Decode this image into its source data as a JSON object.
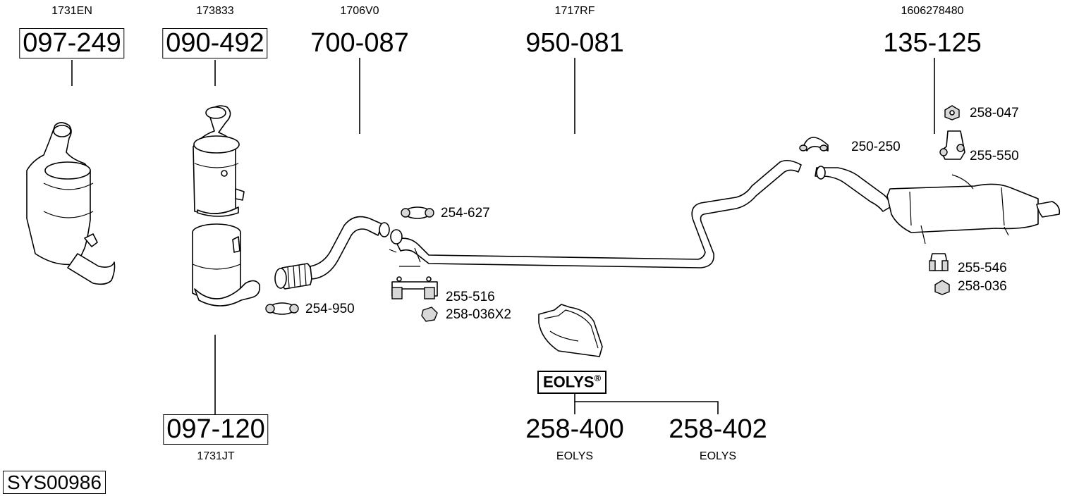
{
  "diagram_code": "SYS00986",
  "parts": {
    "p097249": {
      "number": "097-249",
      "oem": "1731EN"
    },
    "p090492": {
      "number": "090-492",
      "oem": "173833"
    },
    "p700087": {
      "number": "700-087",
      "oem": "1706V0"
    },
    "p950081": {
      "number": "950-081",
      "oem": "1717RF"
    },
    "p135125": {
      "number": "135-125",
      "oem": "1606278480"
    },
    "p097120": {
      "number": "097-120",
      "oem": "1731JT"
    },
    "p258400": {
      "number": "258-400",
      "oem": "EOLYS"
    },
    "p258402": {
      "number": "258-402",
      "oem": "EOLYS"
    }
  },
  "fittings": {
    "f254627": "254-627",
    "f254950": "254-950",
    "f255516": "255-516",
    "f258036x2": "258-036X2",
    "f250250": "250-250",
    "f258047": "258-047",
    "f255550": "255-550",
    "f255546": "255-546",
    "f258036": "258-036"
  },
  "eolys_logo": {
    "text": "EOLYS",
    "mark": "®"
  },
  "colors": {
    "line": "#000000",
    "fill": "#ffffff",
    "shade": "#d8d8d8"
  }
}
